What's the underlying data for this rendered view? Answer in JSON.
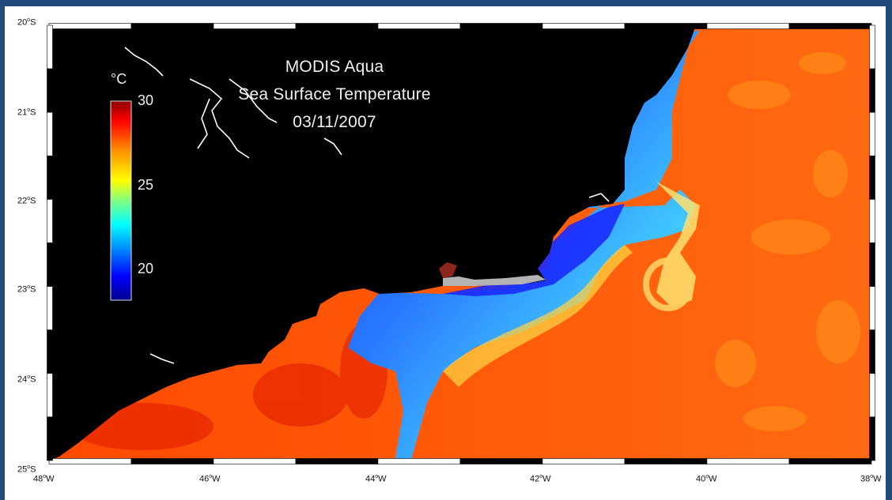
{
  "title": {
    "line1": "MODIS Aqua",
    "line2": "Sea Surface Temperature",
    "line3": "03/11/2007"
  },
  "colorbar": {
    "unit": "°C",
    "ticks": [
      "30",
      "25",
      "20"
    ],
    "range": [
      18,
      30
    ],
    "colormap": [
      "#00008f",
      "#0000ff",
      "#00a0ff",
      "#00ffff",
      "#80ff80",
      "#ffff00",
      "#ff9000",
      "#ff0000",
      "#900000"
    ]
  },
  "axes": {
    "latitude_ticks": [
      "20",
      "21",
      "22",
      "23",
      "24",
      "25"
    ],
    "latitude_suffix": "S",
    "longitude_ticks": [
      "48",
      "46",
      "44",
      "42",
      "40",
      "38"
    ],
    "longitude_suffix": "W",
    "degree_symbol": "o",
    "lat_range": [
      20,
      25
    ],
    "lon_range": [
      48,
      38
    ]
  },
  "colors": {
    "land": "#000000",
    "frame": "#1f4a7a",
    "warm_water": "#ff5a0a",
    "cold_water": "#1e5cff"
  }
}
